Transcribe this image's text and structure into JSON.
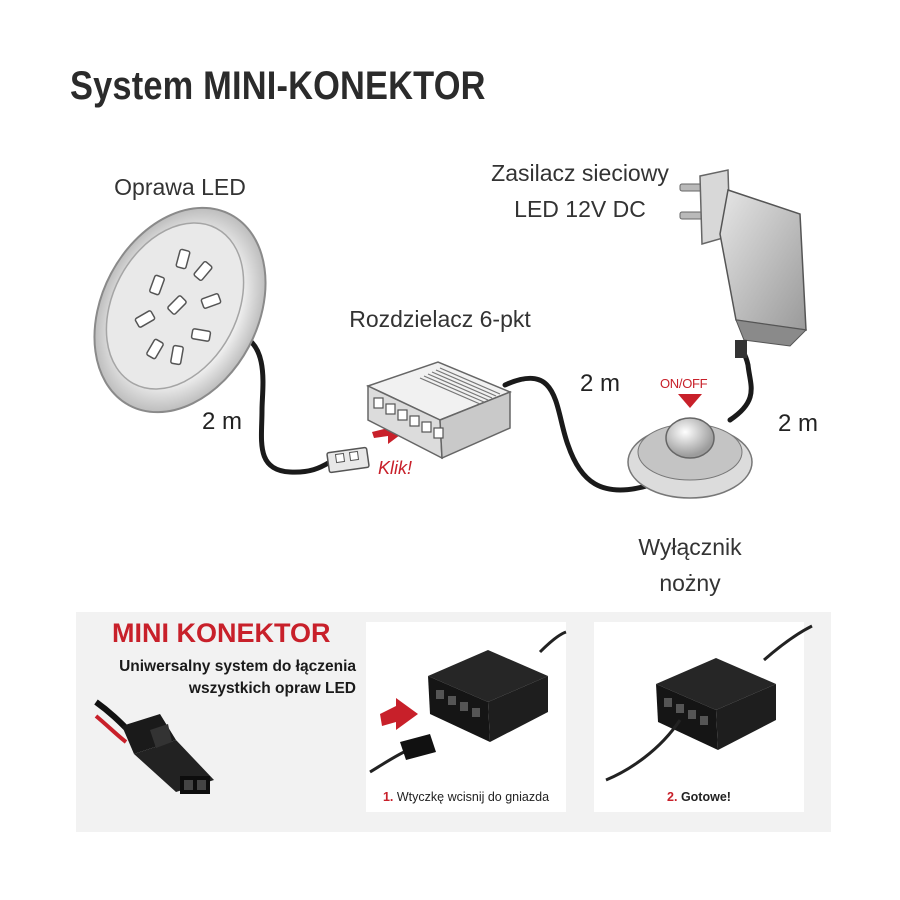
{
  "title": "System MINI-KONEKTOR",
  "labels": {
    "led_fixture": "Oprawa LED",
    "power_supply_line1": "Zasilacz sieciowy",
    "power_supply_line2": "LED 12V DC",
    "splitter": "Rozdzielacz 6-pkt",
    "switch_line1": "Wyłącznik",
    "switch_line2": "nożny",
    "on_off": "ON/OFF",
    "klik": "Klik!"
  },
  "cable_lengths": {
    "fixture_cable": "2 m",
    "splitter_cable": "2 m",
    "supply_cable": "2 m"
  },
  "info": {
    "heading": "MINI KONEKTOR",
    "subtitle_line1": "Uniwersalny system do łączenia",
    "subtitle_line2": "wszystkich opraw LED"
  },
  "steps": [
    {
      "number": "1.",
      "text": "Wtyczkę wcisnij do gniazda"
    },
    {
      "number": "2.",
      "text": "Gotowe!"
    }
  ],
  "colors": {
    "accent_red": "#c8202a",
    "cable": "#1a1a1a"
  }
}
